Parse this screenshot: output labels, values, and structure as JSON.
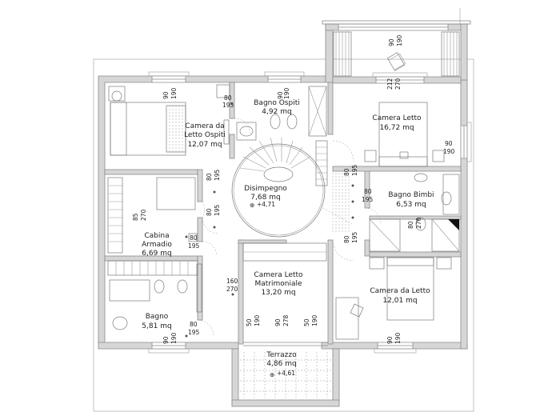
{
  "rooms": {
    "camera_ospiti": {
      "name_line1": "Camera da",
      "name_line2": "Letto Ospiti",
      "area": "12,07 mq"
    },
    "bagno_ospiti": {
      "name": "Bagno Ospiti",
      "area": "4,92 mq"
    },
    "camera_letto": {
      "name": "Camera Letto",
      "area": "16,72 mq"
    },
    "disimpegno": {
      "name": "Disimpegno",
      "area": "7,68 mq",
      "level": "+4,71"
    },
    "bagno_bimbi": {
      "name": "Bagno Bimbi",
      "area": "6,53 mq"
    },
    "cabina_armadio": {
      "name_line1": "Cabina",
      "name_line2": "Armadio",
      "area": "6,69 mq"
    },
    "camera_matrimoniale": {
      "name_line1": "Camera Letto",
      "name_line2": "Matrimoniale",
      "area": "13,20 mq"
    },
    "camera_da_letto": {
      "name": "Camera da Letto",
      "area": "12,01 mq"
    },
    "bagno": {
      "name": "Bagno",
      "area": "5,81 mq"
    },
    "terrazzo": {
      "name": "Terrazzo",
      "area": "4,86 mq",
      "level": "+4,61"
    }
  },
  "dims": {
    "top_win_w": "90",
    "top_win_h": "190",
    "balcony_w": "90",
    "balcony_h": "190",
    "bo_w1": "90",
    "bo_w2": "190",
    "cl_door_w": "212",
    "cl_door_h": "270",
    "ospiti_door_w": "80",
    "ospiti_door_h": "195",
    "right_win_w": "90",
    "right_win_h": "190",
    "dis_left_w": "80",
    "dis_left_h": "195",
    "dis_left2_w": "80",
    "dis_left2_h": "195",
    "dis_right_w": "80",
    "dis_right_h": "195",
    "bb_door_w": "80",
    "bb_door_h": "195",
    "dis_right2_w": "80",
    "dis_right2_h": "195",
    "cab_open_w": "85",
    "cab_open_h": "270",
    "cab_door_w": "80",
    "cab_door_h": "195",
    "bb_in_w": "80",
    "bb_in_h": "270",
    "matr_open_w": "160",
    "matr_open_h": "270",
    "bagno_door_w": "80",
    "bagno_door_h": "195",
    "matr_win1_w": "50",
    "matr_win1_h": "190",
    "matr_door_w": "90",
    "matr_door_h": "278",
    "matr_win2_w": "50",
    "matr_win2_h": "190",
    "bagno_win_w": "90",
    "bagno_win_h": "190",
    "cdl_win_w": "90",
    "cdl_win_h": "190"
  }
}
